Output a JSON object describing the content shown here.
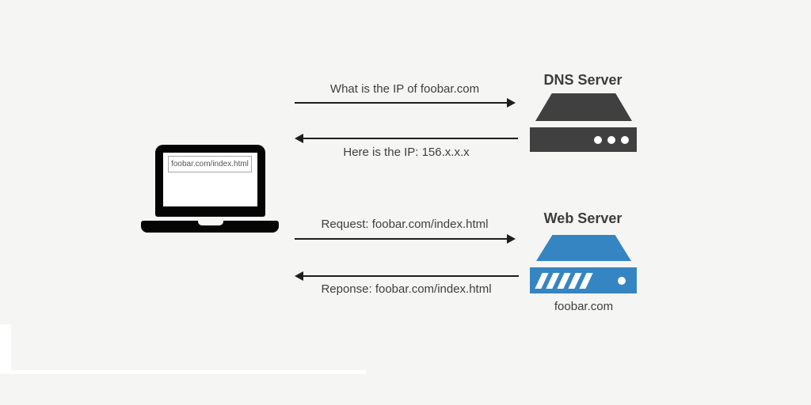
{
  "colors": {
    "background": "#f5f5f4",
    "server_dark": "#404040",
    "server_blue": "#3585c2",
    "laptop_black": "#050505",
    "text": "#3f3f3f",
    "arrow": "#1e1e1e",
    "mask_white": "#ffffff"
  },
  "laptop": {
    "icon": "laptop-icon",
    "url_value": "foobar.com/index.html"
  },
  "dns_server": {
    "icon": "server-icon",
    "title": "DNS Server"
  },
  "web_server": {
    "icon": "server-icon",
    "title": "Web Server",
    "label": "foobar.com"
  },
  "messages": [
    {
      "text": "What is the IP of foobar.com",
      "direction": "right",
      "from": "laptop",
      "to": "dns_server"
    },
    {
      "text": "Here is the IP: 156.x.x.x",
      "direction": "left",
      "from": "dns_server",
      "to": "laptop"
    },
    {
      "text": "Request: foobar.com/index.html",
      "direction": "right",
      "from": "laptop",
      "to": "web_server"
    },
    {
      "text": "Reponse: foobar.com/index.html",
      "direction": "left",
      "from": "web_server",
      "to": "laptop"
    }
  ]
}
